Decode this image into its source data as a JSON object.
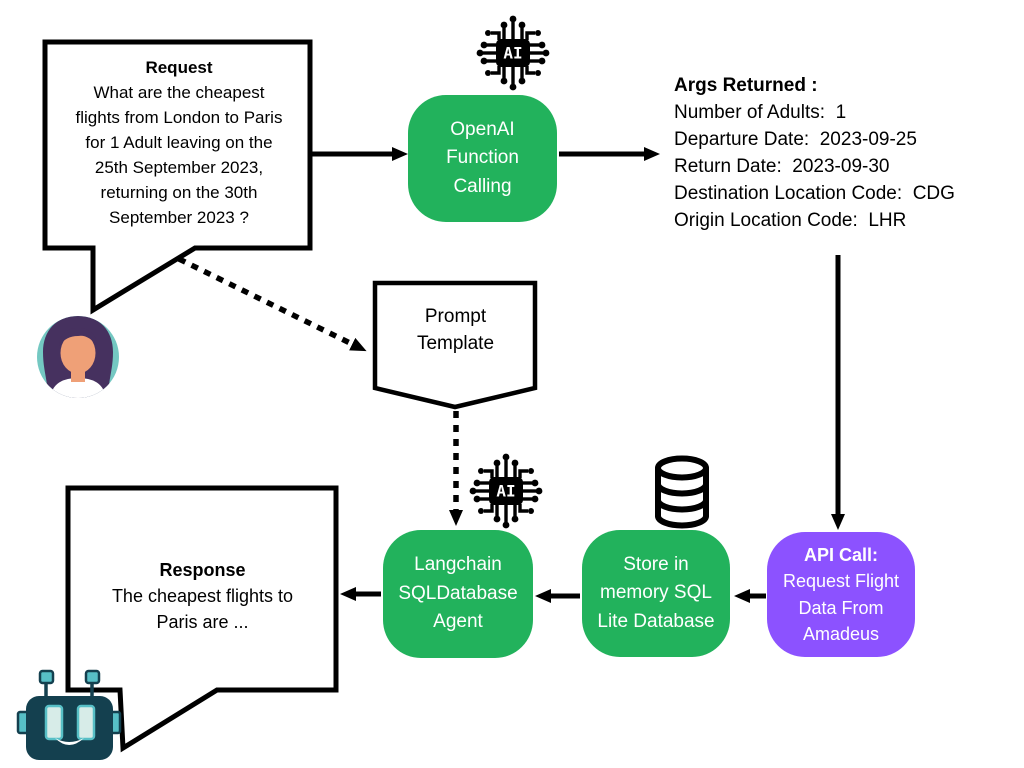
{
  "diagram": {
    "request_bubble": {
      "title": "Request",
      "body": "What are the cheapest\nflights from London to Paris\nfor 1 Adult leaving on the\n25th September 2023,\nreturning on the 30th\nSeptember 2023 ?"
    },
    "openai_node": {
      "label": "OpenAI\nFunction\nCalling"
    },
    "args_box": {
      "title": "Args Returned :",
      "lines": [
        "Number of Adults:  1",
        "Departure Date:  2023-09-25",
        "Return Date:  2023-09-30",
        "Destination Location Code:  CDG",
        "Origin Location Code:  LHR"
      ]
    },
    "prompt_template_node": {
      "label": "Prompt\nTemplate"
    },
    "api_node": {
      "title": "API Call:",
      "label": "Request Flight\nData From\nAmadeus"
    },
    "store_node": {
      "label": "Store in\nmemory SQL\nLite Database"
    },
    "langchain_node": {
      "label": "Langchain\nSQLDatabase\nAgent"
    },
    "response_bubble": {
      "title": "Response",
      "body": "The cheapest flights to\nParis are ..."
    },
    "icons": {
      "ai_chip_label": "AI"
    },
    "colors": {
      "node_green": "#22b25c",
      "node_purple": "#8c52ff",
      "outline_black": "#000000",
      "text_white": "#ffffff",
      "avatar_teal": "#74c8c2",
      "avatar_hair": "#46315f",
      "avatar_skin": "#efa077",
      "robot_body": "#14404f",
      "robot_accent": "#57bfc6",
      "robot_eye": "#d7ece8"
    }
  }
}
